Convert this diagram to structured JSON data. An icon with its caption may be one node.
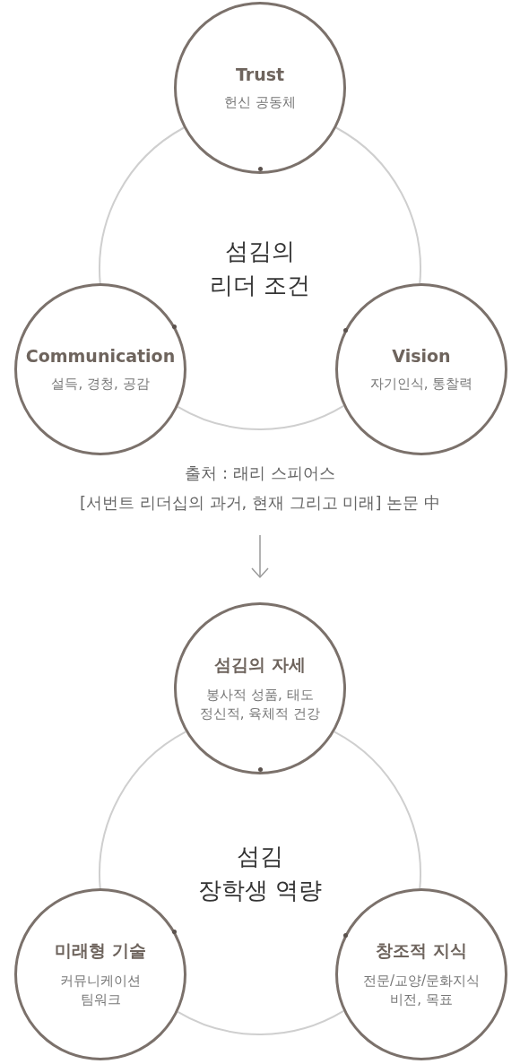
{
  "diagram": {
    "nodes": [
      {
        "text": [
          "섬김의 리더 조건"
        ]
      },
      {
        "text": [
          "Trust",
          "헌신 공동체"
        ]
      },
      {
        "text": [
          "Communication",
          "설득, 경청, 공감"
        ]
      },
      {
        "text": [
          "Vision",
          "자기인식, 통찰력"
        ]
      },
      {
        "text": [
          "섬김 장학생 역량"
        ]
      },
      {
        "text": [
          "섬김의 자세",
          "봉사적 성품, 태도 정신적, 육체적 건강"
        ]
      },
      {
        "text": [
          "미래형 기술",
          "커뮤니케이션 팀워크"
        ]
      },
      {
        "text": [
          "창조적 지식",
          "전문/교양/문화지식 비전, 목표"
        ]
      }
    ],
    "labels": [
      "출처 : 래리 스피어스",
      "[서번트 리더십의 과거, 현재 그리고 미래] 논문 中"
    ]
  }
}
